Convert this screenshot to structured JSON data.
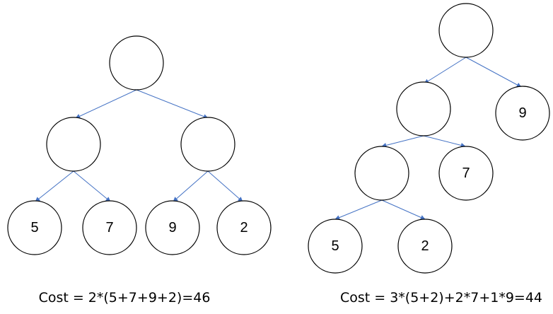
{
  "colors": {
    "edge": "#4472C4",
    "node_stroke": "#000000",
    "background": "#ffffff"
  },
  "tree_left": {
    "leaf_labels": [
      "5",
      "7",
      "9",
      "2"
    ],
    "cost": "Cost = 2*(5+7+9+2)=46"
  },
  "tree_right": {
    "leaf_labels": [
      "9",
      "7",
      "5",
      "2"
    ],
    "cost": "Cost = 3*(5+2)+2*7+1*9=44"
  }
}
